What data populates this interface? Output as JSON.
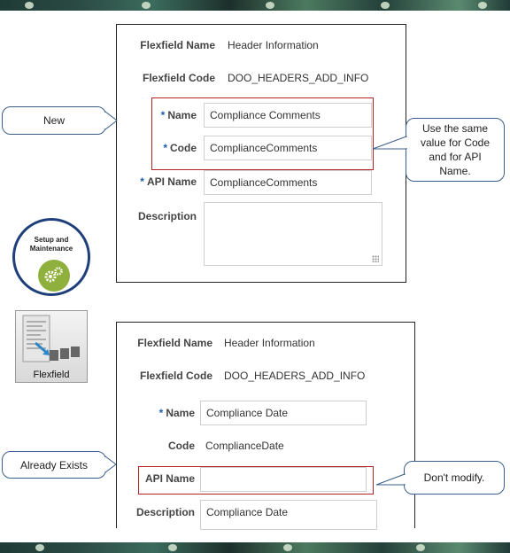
{
  "panel_new": {
    "flexfield_name_label": "Flexfield Name",
    "flexfield_name_value": "Header Information",
    "flexfield_code_label": "Flexfield Code",
    "flexfield_code_value": "DOO_HEADERS_ADD_INFO",
    "name_label": "Name",
    "name_value": "Compliance Comments",
    "code_label": "Code",
    "code_value": "ComplianceComments",
    "api_name_label": "API Name",
    "api_name_value": "ComplianceComments",
    "description_label": "Description",
    "description_value": "",
    "required_marker": "*"
  },
  "panel_existing": {
    "flexfield_name_label": "Flexfield Name",
    "flexfield_name_value": "Header Information",
    "flexfield_code_label": "Flexfield Code",
    "flexfield_code_value": "DOO_HEADERS_ADD_INFO",
    "name_label": "Name",
    "name_value": "Compliance Date",
    "code_label": "Code",
    "code_value": "ComplianceDate",
    "api_name_label": "API Name",
    "api_name_value": "",
    "description_label": "Description",
    "description_value": "Compliance Date",
    "required_marker": "*"
  },
  "callouts": {
    "new": "New",
    "same_value": "Use the same value for Code and for API Name.",
    "already_exists": "Already Exists",
    "dont_modify": "Don't modify."
  },
  "icons": {
    "setup_maintenance_label": "Setup and Maintenance",
    "flexfield_label": "Flexfield"
  },
  "colors": {
    "highlight_box": "#b22222",
    "callout_border": "#3a5f8a",
    "required_star": "#1f5da8",
    "gear_green": "#8fb03c"
  }
}
